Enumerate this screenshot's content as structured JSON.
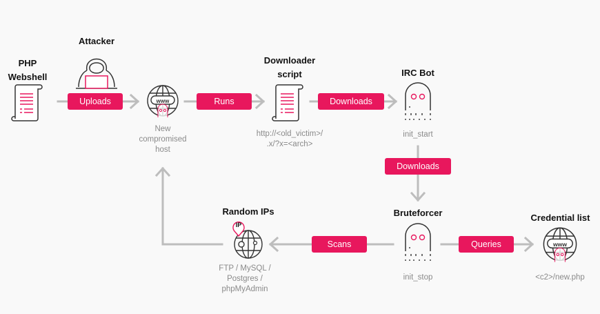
{
  "colors": {
    "accent": "#e8175d",
    "arrow": "#bdbdbd",
    "icon_stroke": "#333333",
    "caption": "#8a8a8a"
  },
  "nodes": {
    "php_webshell": {
      "title_line1": "PHP",
      "title_line2": "Webshell",
      "icon": "scroll-document-icon"
    },
    "attacker": {
      "title": "Attacker",
      "icon": "hooded-hacker-laptop-icon"
    },
    "compromised_host": {
      "caption_line1": "New",
      "caption_line2": "compromised",
      "caption_line3": "host",
      "icon": "www-globe-ghost-icon"
    },
    "downloader": {
      "title_line1": "Downloader",
      "title_line2": "script",
      "caption_line1": "http://<old_victim>/",
      "caption_line2": ".x/?x=<arch>",
      "icon": "scroll-document-icon"
    },
    "irc_bot": {
      "title": "IRC Bot",
      "caption": "init_start",
      "icon": "ghost-icon"
    },
    "bruteforcer": {
      "title": "Bruteforcer",
      "caption": "init_stop",
      "icon": "ghost-icon"
    },
    "credential_list": {
      "title": "Credential list",
      "caption": "<c2>/new.php",
      "icon": "www-globe-ghost-icon"
    },
    "random_ips": {
      "title": "Random IPs",
      "caption_line1": "FTP / MySQL /",
      "caption_line2": "Postgres /",
      "caption_line3": "phpMyAdmin",
      "icon": "ip-pin-globe-icon",
      "pin_label": "IP"
    }
  },
  "edges": {
    "uploads": "Uploads",
    "runs": "Runs",
    "downloads_1": "Downloads",
    "downloads_2": "Downloads",
    "queries": "Queries",
    "scans": "Scans"
  }
}
